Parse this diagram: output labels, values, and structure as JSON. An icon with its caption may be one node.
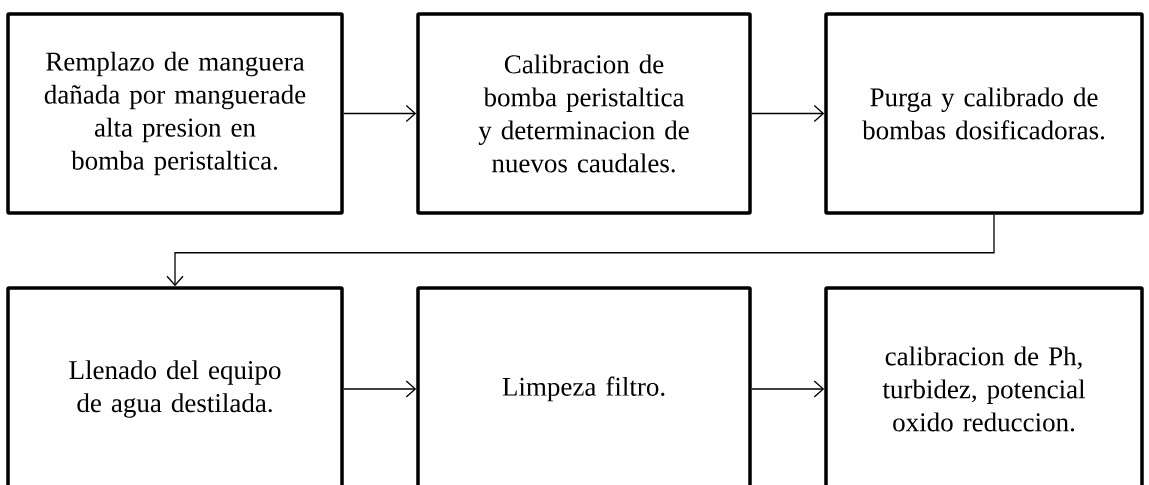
{
  "diagram": {
    "nodes": [
      {
        "text": [
          "Remplazo de manguera dañada por manguerade alta presion en bomba peristaltica."
        ]
      },
      {
        "text": [
          "Calibracion de bomba peristaltica y determinacion de nuevos caudales."
        ]
      },
      {
        "text": [
          "Purga y calibrado de bombas dosificadoras."
        ]
      },
      {
        "text": [
          "Llenado del equipo de agua destilada."
        ]
      },
      {
        "text": [
          "Limpeza filtro."
        ]
      },
      {
        "text": [
          "calibracion de Ph, turbidez, potencial oxido reduccion."
        ]
      }
    ],
    "edges": [
      {
        "from": 0,
        "to": 1,
        "arrow": "to"
      },
      {
        "from": 1,
        "to": 2,
        "arrow": "to"
      },
      {
        "from": 2,
        "to": 3,
        "arrow": "to"
      },
      {
        "from": 3,
        "to": 4,
        "arrow": "to"
      },
      {
        "from": 4,
        "to": 5,
        "arrow": "to"
      }
    ]
  }
}
